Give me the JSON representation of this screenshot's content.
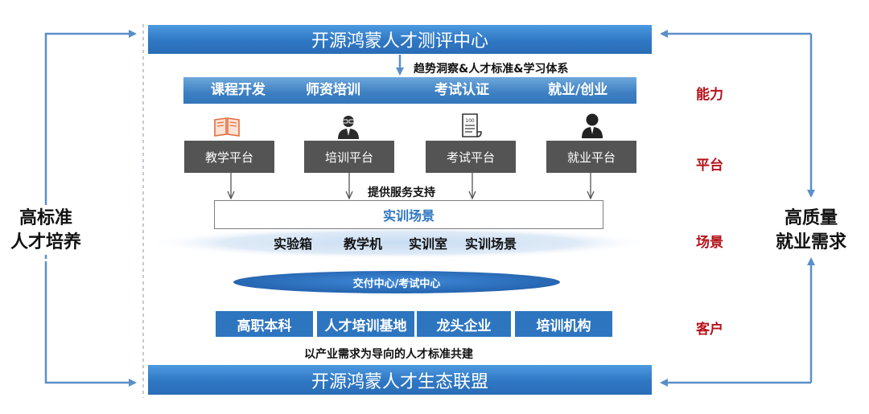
{
  "top_bar": "开源鸿蒙人才测评中心",
  "insight_text": "趋势洞察&人才标准&学习体系",
  "capabilities": [
    "课程开发",
    "师资培训",
    "考试认证",
    "就业/创业"
  ],
  "platforms": [
    "教学平台",
    "培训平台",
    "考试平台",
    "就业平台"
  ],
  "service_support": "提供服务支持",
  "scenario_box": "实训场景",
  "scenario_items": [
    "实验箱",
    "教学机",
    "实训室",
    "实训场景"
  ],
  "delivery_center": "交付中心/考试中心",
  "customers": [
    "高职本科",
    "人才培训基地",
    "龙头企业",
    "培训机构"
  ],
  "co_build": "以产业需求为导向的人才标准共建",
  "bottom_bar": "开源鸿蒙人才生态联盟",
  "left_label": [
    "高标准",
    "人才培养"
  ],
  "right_label": [
    "高质量",
    "就业需求"
  ],
  "layer_labels": [
    "能力",
    "平台",
    "场景",
    "客户"
  ],
  "colors": {
    "blue": "#2f77c4",
    "red": "#b5121b",
    "gray": "#545454",
    "arrow": "#5b8fc8"
  },
  "icons": [
    "book-icon",
    "trainer-icon",
    "certificate-icon",
    "person-icon"
  ]
}
